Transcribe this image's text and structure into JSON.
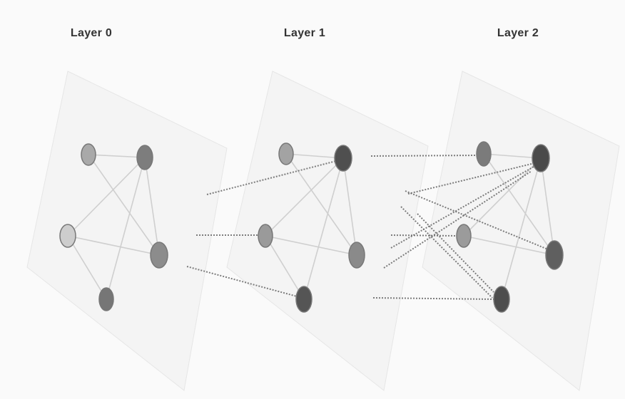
{
  "layers": [
    {
      "id": "layer-0",
      "title": "Layer 0"
    },
    {
      "id": "layer-1",
      "title": "Layer 1"
    },
    {
      "id": "layer-2",
      "title": "Layer 2"
    }
  ],
  "colors": {
    "background": "#fafafa",
    "plane_fill": "#eeeeee",
    "plane_stroke": "#e6e6e6",
    "intra_edge": "#cfcfcf",
    "inter_edge": "#666666",
    "node_stroke": "#777777"
  }
}
